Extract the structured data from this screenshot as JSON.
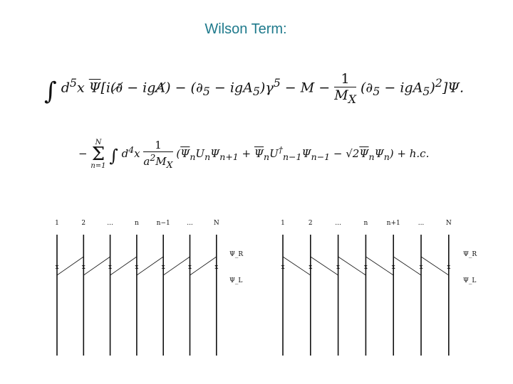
{
  "title": "Wilson Term:",
  "equations": {
    "continuum": "∫ d⁵x Ψ̄[i(∂̸ − igA̸) − (∂₅ − igA₅)γ⁵ − M − (1/M_X)(∂₅ − igA₅)²]Ψ.",
    "lattice": "− Σₙ₌₁ᴺ ∫ d⁴x (1/(a²M_X)) (Ψ̄ₙUₙΨₙ₊₁ + Ψ̄ₙU†ₙ₋₁Ψₙ₋₁ − √2Ψ̄ₙΨₙ) + h.c."
  },
  "diagrams": [
    {
      "site_labels": [
        "1",
        "2",
        "...",
        "n",
        "n−1",
        "...",
        "N"
      ],
      "node_mark": "x",
      "legend": [
        "Ψ_R",
        "Ψ_L"
      ]
    },
    {
      "site_labels": [
        "1",
        "2",
        "...",
        "n",
        "n+1",
        "...",
        "N"
      ],
      "node_mark": "x",
      "legend": [
        "Ψ_R",
        "Ψ_L"
      ]
    }
  ]
}
